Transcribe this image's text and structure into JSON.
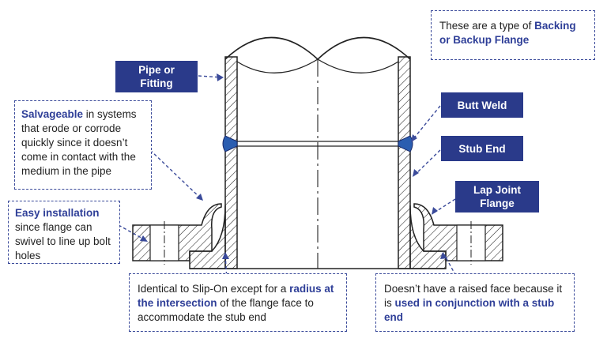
{
  "labels": {
    "pipe_or_fitting": [
      "Pipe or",
      "Fitting"
    ],
    "butt_weld": "Butt Weld",
    "stub_end": "Stub End",
    "lap_joint_flange": [
      "Lap Joint",
      "Flange"
    ]
  },
  "notes": {
    "backing": {
      "pre": "These are a type of ",
      "highlight": "Backing or Backup Flange"
    },
    "salvageable": {
      "highlight": "Salvageable",
      "post": " in systems that erode or corrode quickly since it doesn’t come in contact with the medium in the pipe"
    },
    "easy_install": {
      "highlight": "Easy installation",
      "post": "since flange can swivel to line up bolt holes"
    },
    "identical": {
      "pre": "Identical to Slip-On except for a ",
      "highlight": "radius at the intersection",
      "post": " of the flange face to accommodate the stub end"
    },
    "raised_face": {
      "pre": "Doesn’t have a raised face because it is ",
      "highlight": "used in conjunction with a stub end"
    }
  },
  "colors": {
    "label_fill": "#2a3a8a",
    "highlight_text": "#2f3f98",
    "weld_fill": "#2a5db0",
    "outline": "#222222"
  }
}
